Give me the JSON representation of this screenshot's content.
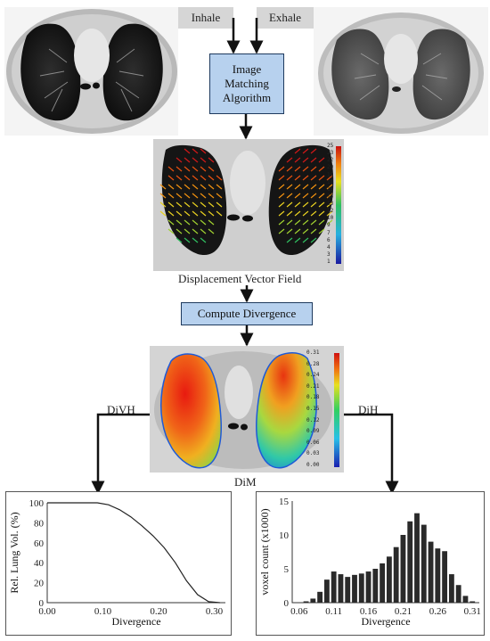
{
  "labels": {
    "inhale": "Inhale",
    "exhale": "Exhale",
    "algorithm": [
      "Image",
      "Matching",
      "Algorithm"
    ],
    "dvf": "Displacement Vector Field",
    "compute": "Compute Divergence",
    "divh": "DiVH",
    "dih": "DiH",
    "dim": "DiM"
  },
  "colorbars": {
    "dvf_ticks": [
      "25",
      "23",
      "22",
      "20",
      "19",
      "18",
      "16",
      "15",
      "13",
      "12",
      "10",
      "9",
      "7",
      "6",
      "4",
      "3",
      "1"
    ],
    "dim_ticks": [
      "0.31",
      "0.28",
      "0.24",
      "0.21",
      "0.18",
      "0.15",
      "0.12",
      "0.09",
      "0.06",
      "0.03",
      "0.00"
    ]
  },
  "chart_data": [
    {
      "type": "line",
      "xlabel": "Divergence",
      "ylabel": "Rel. Lung Vol. (%)",
      "xlim": [
        0,
        0.32
      ],
      "ylim": [
        0,
        100
      ],
      "x_ticks": [
        "0.00",
        "0.10",
        "0.20",
        "0.30"
      ],
      "y_ticks": [
        "0",
        "20",
        "40",
        "60",
        "80",
        "100"
      ],
      "series": [
        {
          "x": [
            0.0,
            0.05,
            0.09,
            0.11,
            0.13,
            0.15,
            0.17,
            0.19,
            0.21,
            0.23,
            0.25,
            0.27,
            0.29,
            0.31
          ],
          "y": [
            100,
            100,
            100,
            98,
            93,
            86,
            77,
            67,
            55,
            40,
            22,
            8,
            1,
            0
          ]
        }
      ]
    },
    {
      "type": "bar",
      "xlabel": "Divergence",
      "ylabel": "voxel count (x1000)",
      "xlim": [
        0.05,
        0.32
      ],
      "ylim": [
        0,
        15
      ],
      "x_ticks": [
        "0.06",
        "0.11",
        "0.16",
        "0.21",
        "0.26",
        "0.31"
      ],
      "y_ticks": [
        "0",
        "5",
        "10",
        "15"
      ],
      "x": [
        0.07,
        0.08,
        0.09,
        0.1,
        0.11,
        0.12,
        0.13,
        0.14,
        0.15,
        0.16,
        0.17,
        0.18,
        0.19,
        0.2,
        0.21,
        0.22,
        0.23,
        0.24,
        0.25,
        0.26,
        0.27,
        0.28,
        0.29,
        0.3,
        0.31
      ],
      "values": [
        0.2,
        0.6,
        1.6,
        3.4,
        4.6,
        4.2,
        3.8,
        4.1,
        4.3,
        4.6,
        5.0,
        5.8,
        6.8,
        8.2,
        10.0,
        12.0,
        13.2,
        11.5,
        9.0,
        8.0,
        7.6,
        4.2,
        2.6,
        1.0,
        0.2
      ]
    }
  ]
}
